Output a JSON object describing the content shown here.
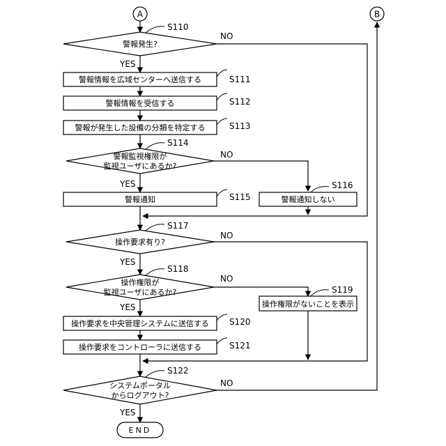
{
  "connectors": {
    "a": "A",
    "b": "B"
  },
  "steps": {
    "s110": {
      "id": "S110",
      "text": "警報発生?"
    },
    "s111": {
      "id": "S111",
      "text": "警報情報を広域センターへ送信する"
    },
    "s112": {
      "id": "S112",
      "text": "警報情報を受信する"
    },
    "s113": {
      "id": "S113",
      "text": "警報が発生した設備の分類を特定する"
    },
    "s114": {
      "id": "S114",
      "line1": "警報監視権限が",
      "line2": "監視ユーザにあるか?"
    },
    "s115": {
      "id": "S115",
      "text": "警報通知"
    },
    "s116": {
      "id": "S116",
      "text": "警報通知しない"
    },
    "s117": {
      "id": "S117",
      "text": "操作要求有り?"
    },
    "s118": {
      "id": "S118",
      "line1": "操作権限が",
      "line2": "監視ユーザにあるか?"
    },
    "s119": {
      "id": "S119",
      "text": "操作権限がないことを表示"
    },
    "s120": {
      "id": "S120",
      "text": "操作要求を中央管理システムに送信する"
    },
    "s121": {
      "id": "S121",
      "text": "操作要求をコントローラに送信する"
    },
    "s122": {
      "id": "S122",
      "line1": "システムポータル",
      "line2": "からログアウト?"
    }
  },
  "labels": {
    "yes": "YES",
    "no": "NO",
    "end": "END"
  }
}
